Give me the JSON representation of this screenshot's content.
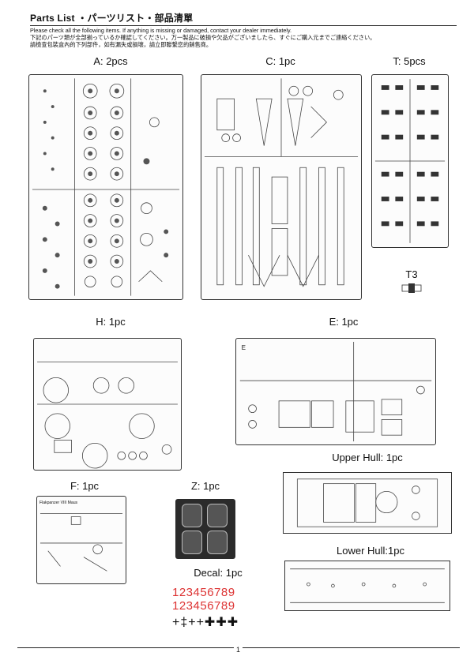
{
  "header": {
    "title": "Parts List ・パーツリスト・部品清單",
    "note_en": "Please check all the following items. If anything is missing or damaged, contact your dealer immediately.",
    "note_ja": "下記のパーツ類が全部揃っているか確認してください。万一製品に破損や欠品がございましたら、すぐにご購入元までご連絡ください。",
    "note_zh": "請檢查包裝盒內的下列部件，如有漏失或損壞，請立即聯繫您的銷售商。"
  },
  "parts": {
    "a": "A: 2pcs",
    "c": "C: 1pc",
    "t": "T: 5pcs",
    "t3": "T3",
    "h": "H: 1pc",
    "e": "E: 1pc",
    "upper_hull": "Upper Hull: 1pc",
    "f": "F: 1pc",
    "z": "Z: 1pc",
    "lower_hull": "Lower Hull:1pc",
    "decal": "Decal: 1pc"
  },
  "decal": {
    "row1": "123456789",
    "row2": "123456789",
    "crosses": "+‡++✚✚✚"
  },
  "sprue_tags": {
    "e_tag": "E",
    "f_tag": "Flakpanzer VIII Maus"
  },
  "footer": {
    "page": "1"
  }
}
